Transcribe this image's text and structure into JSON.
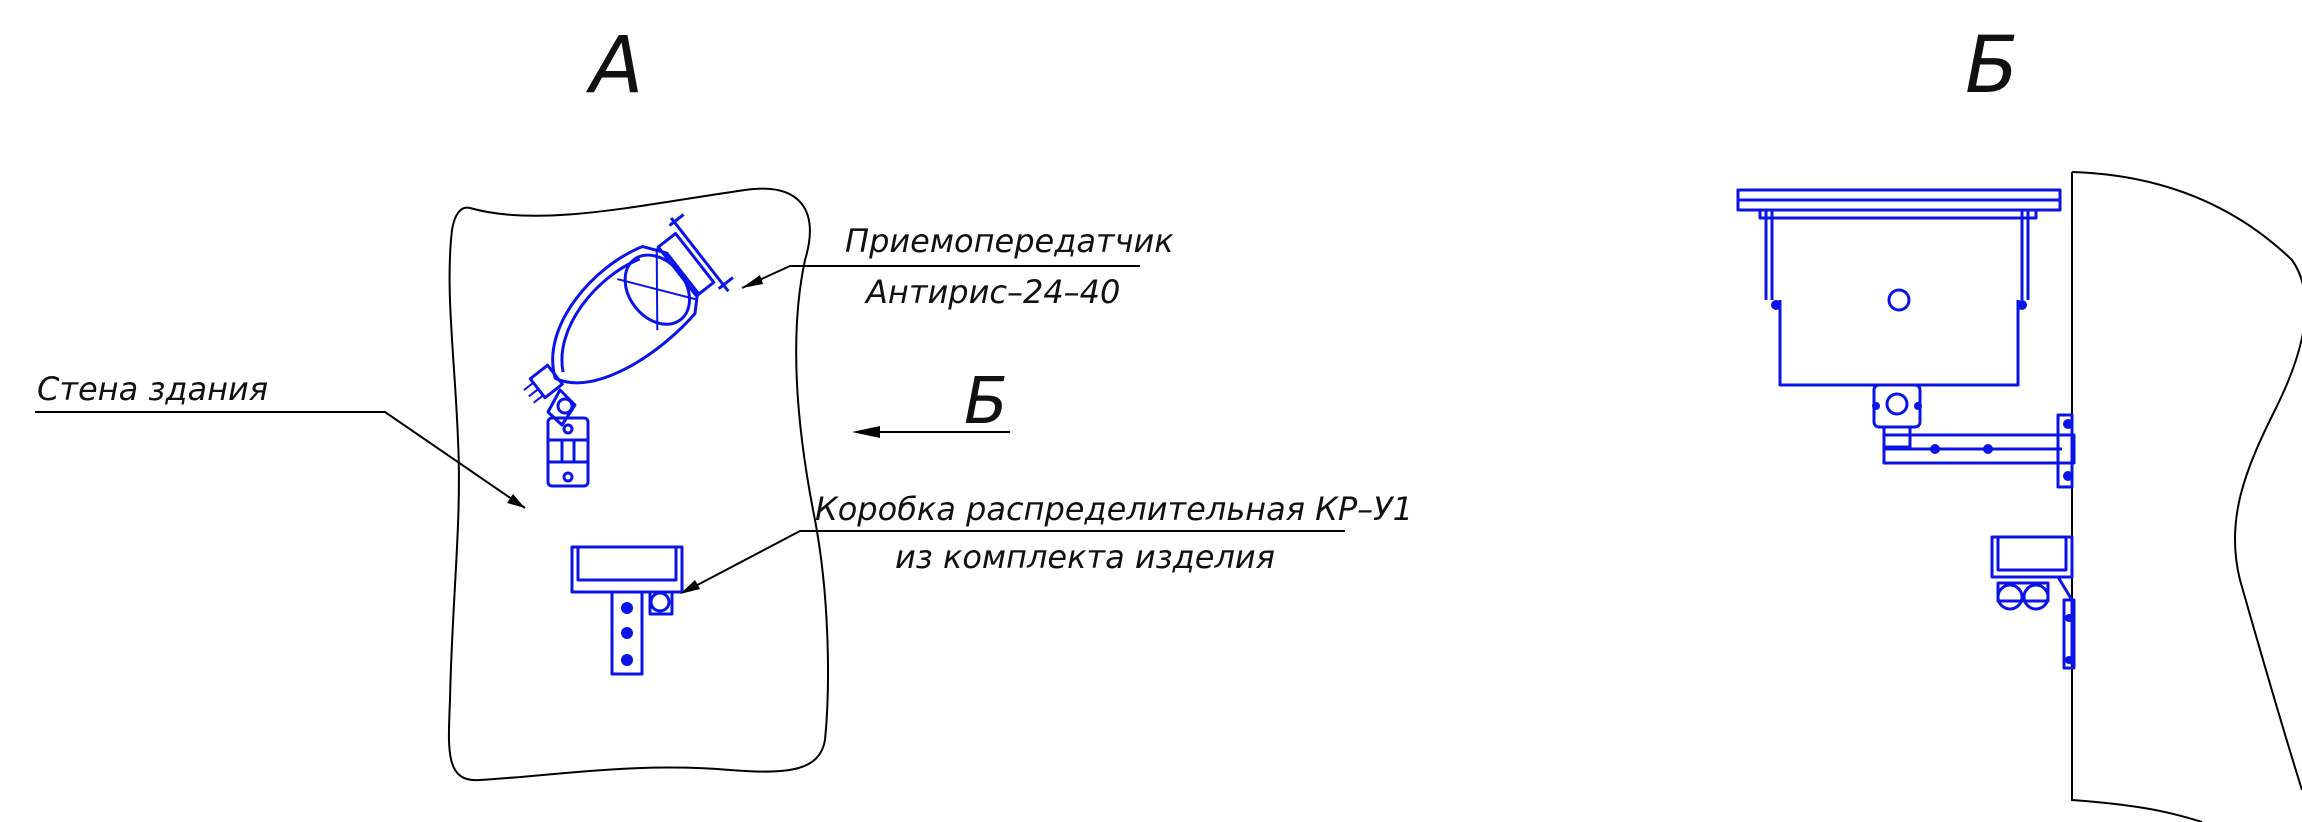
{
  "views": {
    "a": "А",
    "b": "Б",
    "b_arrow": "Б"
  },
  "labels": {
    "transceiver_line1": "Приемопередатчик",
    "transceiver_line2": "Антирис–24–40",
    "wall": "Стена здания",
    "box_line1": "Коробка распределительная КР–У1",
    "box_line2": "из комплекта изделия"
  },
  "colors": {
    "drawing_blue": "#0a14e6",
    "outline": "#000000"
  }
}
